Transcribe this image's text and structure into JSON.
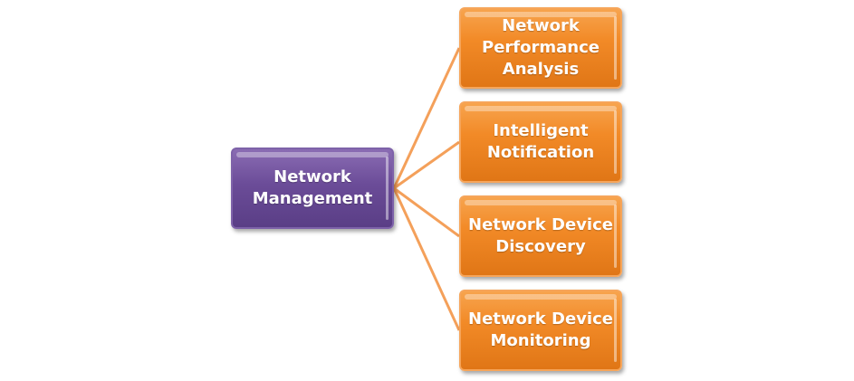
{
  "diagram": {
    "type": "hierarchy",
    "root": {
      "label": "Network\nManagement",
      "color": "#6b4c98"
    },
    "children": [
      {
        "label": "Network\nPerformance\nAnalysis",
        "color": "#f28a27"
      },
      {
        "label": "Intelligent\nNotification",
        "color": "#f28a27"
      },
      {
        "label": "Network Device\nDiscovery",
        "color": "#f28a27"
      },
      {
        "label": "Network Device\nMonitoring",
        "color": "#f28a27"
      }
    ],
    "connector_color": "#f4a05a"
  }
}
